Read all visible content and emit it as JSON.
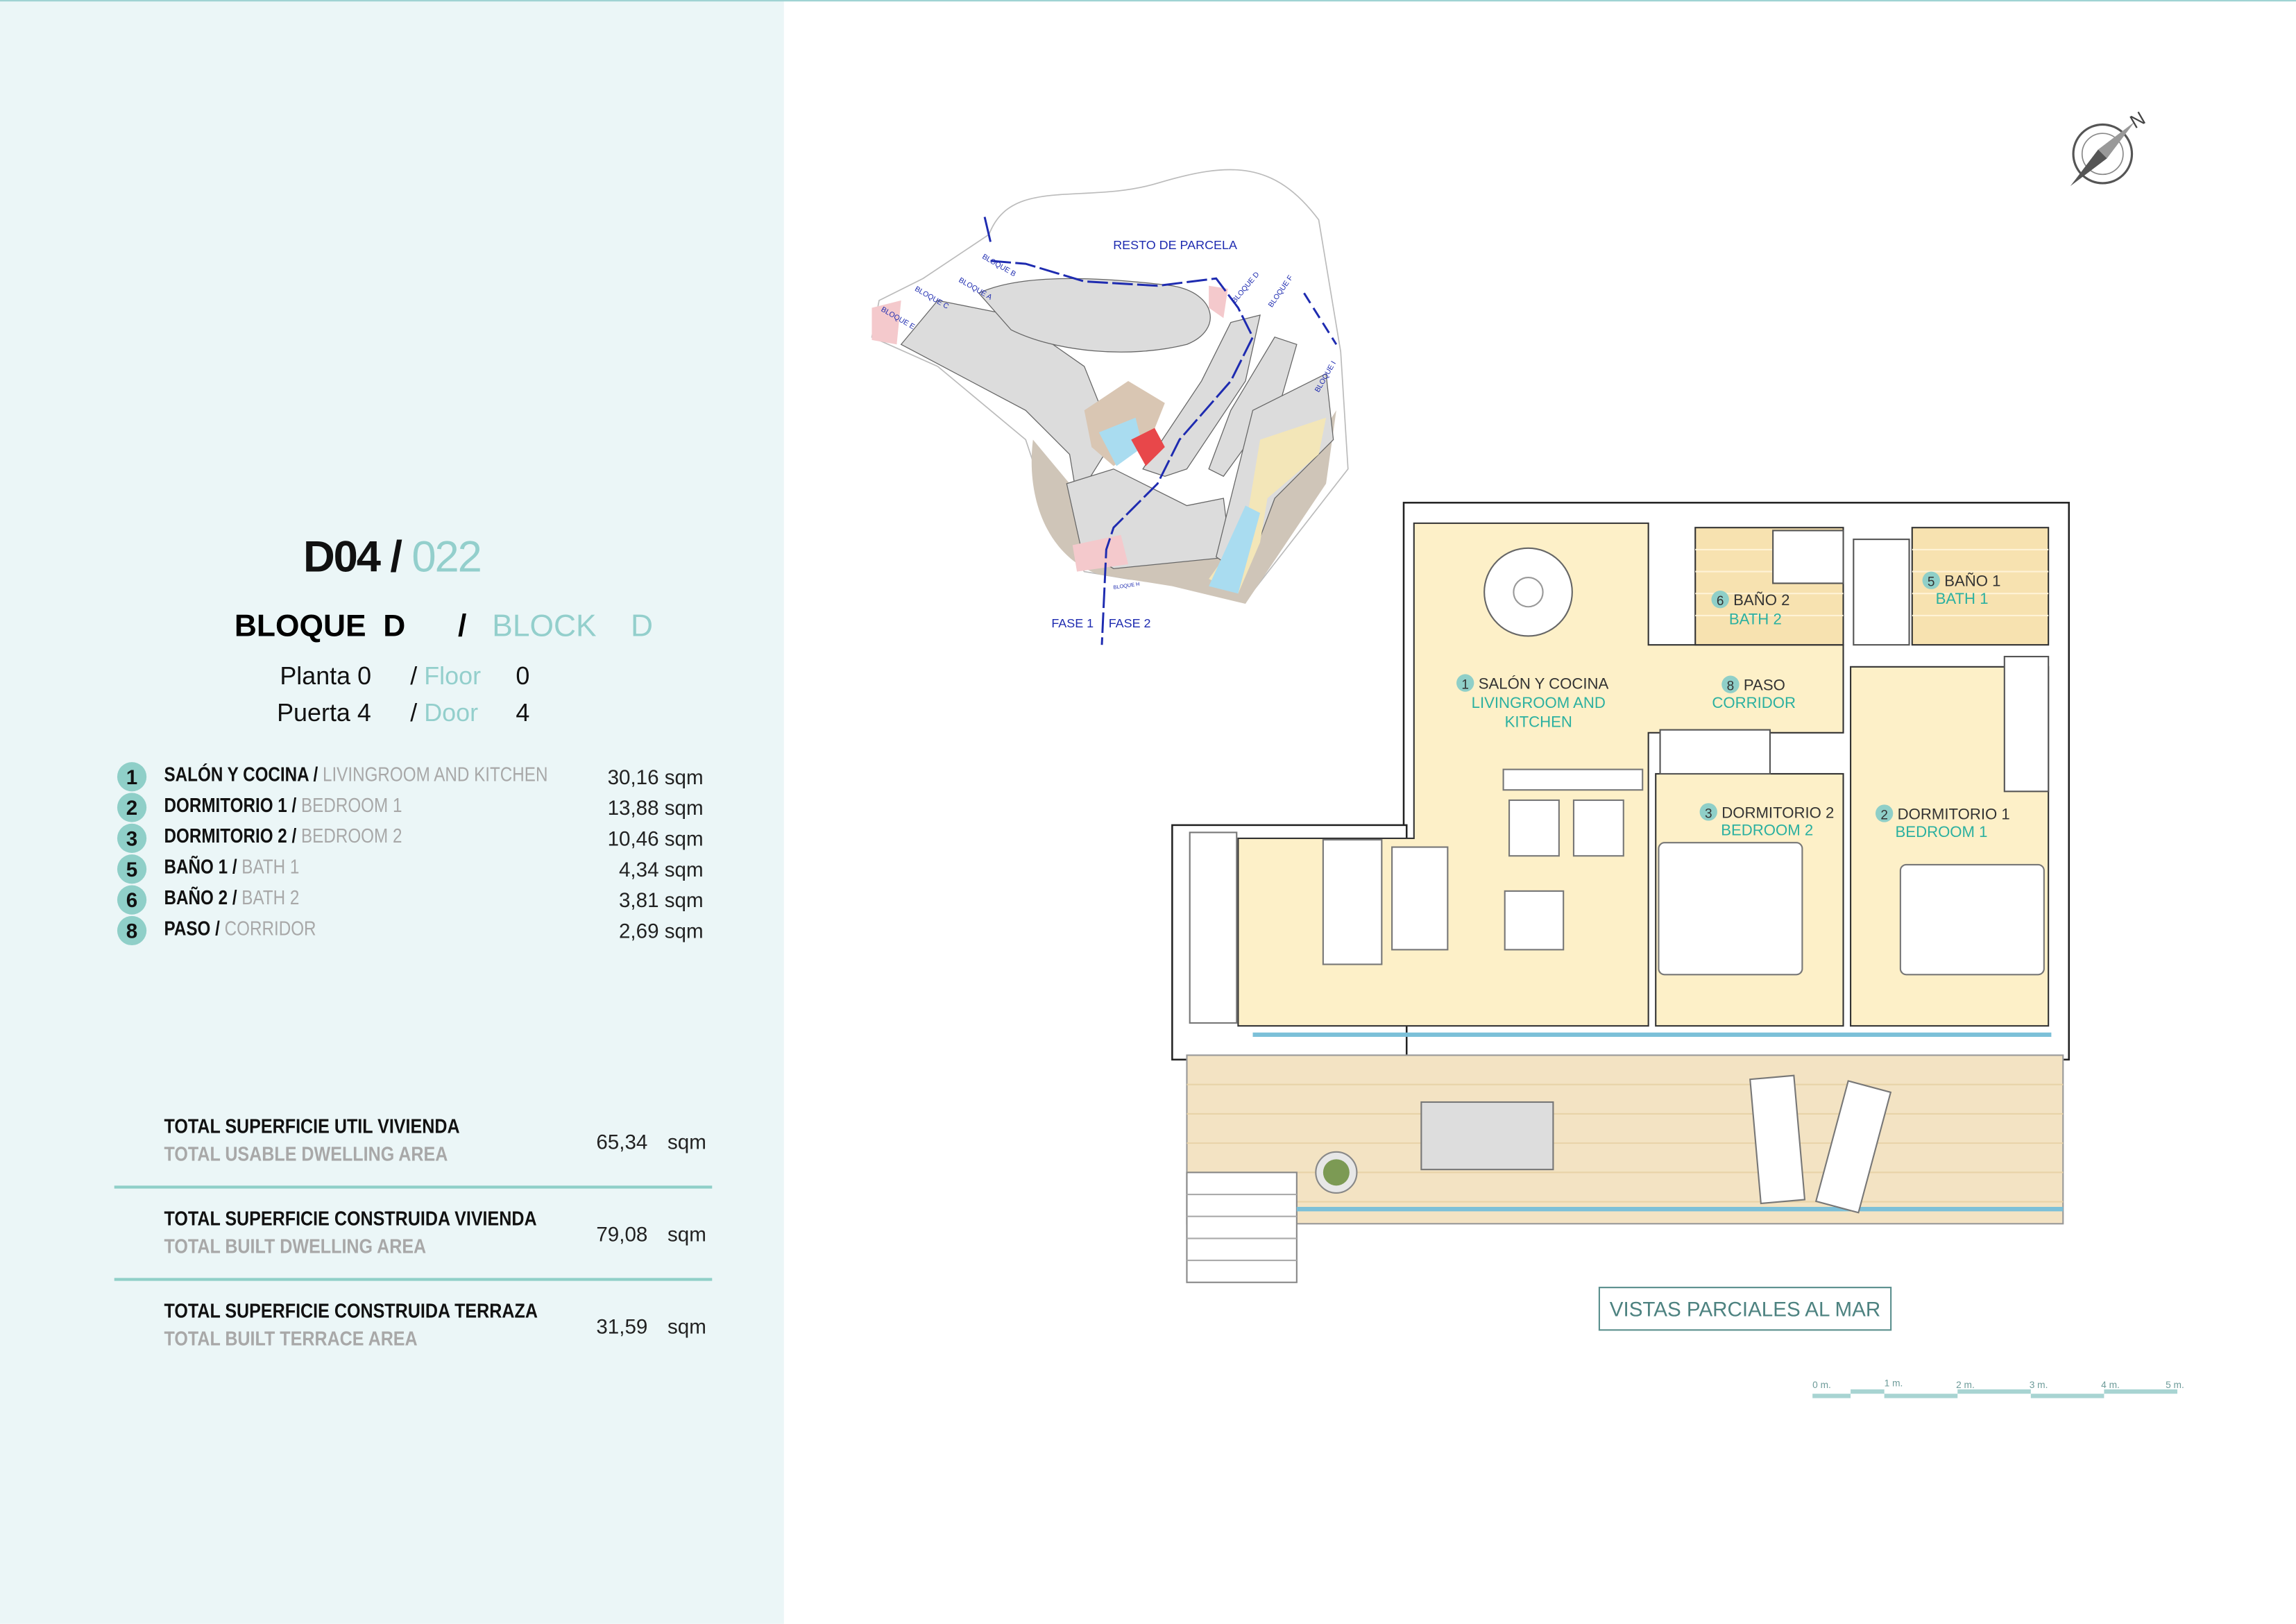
{
  "unit": {
    "code": "D04",
    "number": "022"
  },
  "block": {
    "label_es": "BLOQUE",
    "value_es": "D",
    "label_en": "BLOCK",
    "value_en": "D"
  },
  "floor": {
    "label_es": "Planta",
    "value": "0",
    "label_en": "Floor",
    "value_en": "0"
  },
  "door": {
    "label_es": "Puerta",
    "value": "4",
    "label_en": "Door",
    "value_en": "4"
  },
  "rooms": [
    {
      "num": "1",
      "es": "SALÓN Y COCINA",
      "en": "LIVINGROOM AND KITCHEN",
      "area": "30,16 sqm"
    },
    {
      "num": "2",
      "es": "DORMITORIO 1",
      "en": "BEDROOM 1",
      "area": "13,88 sqm"
    },
    {
      "num": "3",
      "es": "DORMITORIO 2",
      "en": "BEDROOM 2",
      "area": "10,46 sqm"
    },
    {
      "num": "5",
      "es": "BAÑO 1",
      "en": "BATH 1",
      "area": "4,34 sqm"
    },
    {
      "num": "6",
      "es": "BAÑO 2",
      "en": "BATH 2",
      "area": "3,81 sqm"
    },
    {
      "num": "8",
      "es": "PASO",
      "en": "CORRIDOR",
      "area": "2,69 sqm"
    }
  ],
  "totals": [
    {
      "es": "TOTAL SUPERFICIE UTIL VIVIENDA",
      "en": "TOTAL USABLE DWELLING AREA",
      "value": "65,34",
      "unit": "sqm"
    },
    {
      "es": "TOTAL SUPERFICIE CONSTRUIDA VIVIENDA",
      "en": "TOTAL BUILT DWELLING AREA",
      "value": "79,08",
      "unit": "sqm"
    },
    {
      "es": "TOTAL SUPERFICIE CONSTRUIDA TERRAZA",
      "en": "TOTAL BUILT TERRACE AREA",
      "value": "31,59",
      "unit": "sqm"
    }
  ],
  "site_plan": {
    "resto": "RESTO DE PARCELA",
    "fase1": "FASE 1",
    "fase2": "FASE 2",
    "blocks": [
      "BLOQUE A",
      "BLOQUE B",
      "BLOQUE C",
      "BLOQUE D",
      "BLOQUE E",
      "BLOQUE F",
      "BLOQUE H",
      "BLOQUE I"
    ]
  },
  "plan_labels": {
    "living_es": "SALÓN Y COCINA",
    "living_en1": "LIVINGROOM AND",
    "living_en2": "KITCHEN",
    "corridor_es": "PASO",
    "corridor_en": "CORRIDOR",
    "bath2_es": "BAÑO 2",
    "bath2_en": "BATH 2",
    "bath1_es": "BAÑO 1",
    "bath1_en": "BATH 1",
    "bed2_es": "DORMITORIO 2",
    "bed2_en": "BEDROOM 2",
    "bed1_es": "DORMITORIO 1",
    "bed1_en": "BEDROOM 1"
  },
  "views_label": "VISTAS PARCIALES AL MAR",
  "scale_bar": [
    "0 m.",
    "1 m.",
    "2 m.",
    "3 m.",
    "4 m.",
    "5 m."
  ],
  "compass": {
    "north": "N",
    "icon": "compass-icon"
  },
  "colors": {
    "panel": "#ebf6f7",
    "accent": "#8fcfc8",
    "floor": "#fdf0c8",
    "terrace": "#f3e3c3",
    "highlight": "#e8474a"
  }
}
